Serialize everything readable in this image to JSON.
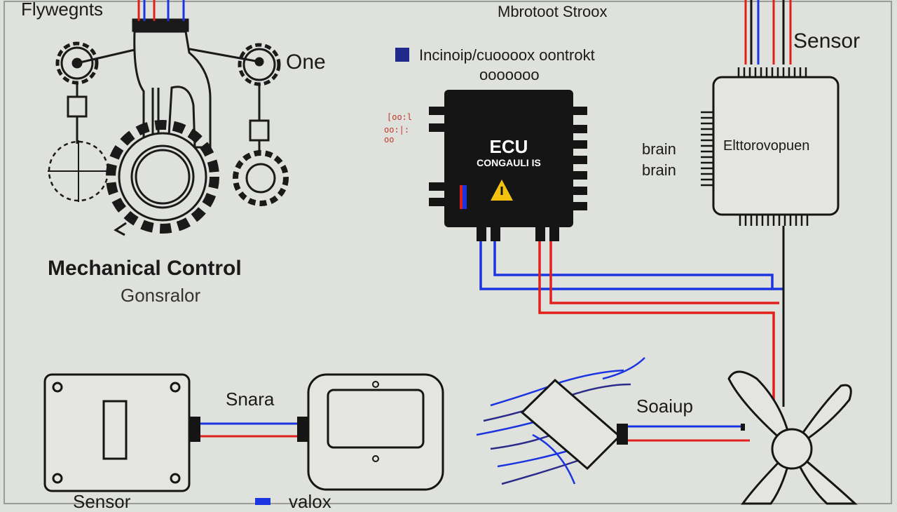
{
  "labels": {
    "flyweights": "Flywegnts",
    "one": "One",
    "mechanical_title": "Mechanical Control",
    "generator": "Gonsralor",
    "top_center": "Mbrotoot Stroox",
    "control_line1": "Incinoip/cuoooox oontrokt",
    "control_line2": "ooooooo",
    "ecu_title": "ECU",
    "ecu_sub": "CONGAULI IS",
    "red_text_1": "[oo:l",
    "red_text_2": "oo:|:oo",
    "sensor_top": "Sensor",
    "module_label": "Elttorovopuen",
    "brain_1": "brain",
    "brain_2": "brain",
    "snara": "Snara",
    "soaiup": "Soaiup",
    "sensor_bottom": "Sensor",
    "valve": "valox"
  },
  "colors": {
    "background": "#dfe1dc",
    "wire_red": "#e0201b",
    "wire_blue": "#1a35e0",
    "ecu_body": "#151515",
    "legend_square": "#1f2a8a",
    "warning": "#f2c20f"
  }
}
